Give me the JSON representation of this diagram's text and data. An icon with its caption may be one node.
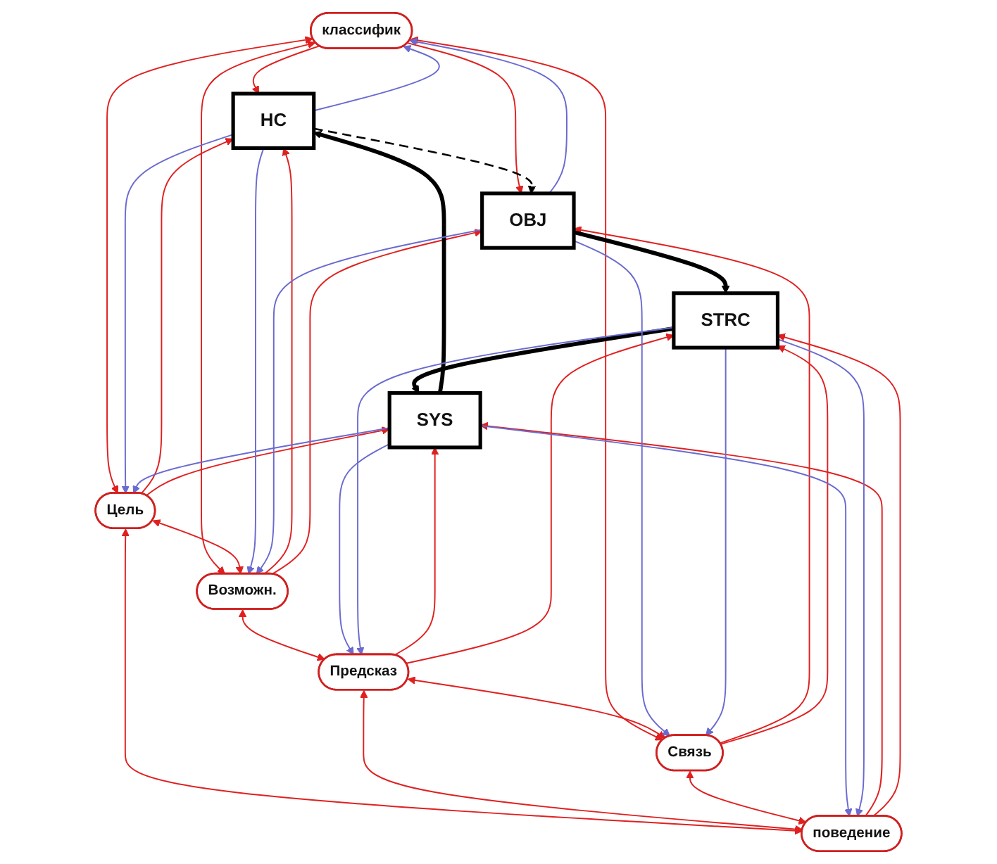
{
  "diagram": {
    "nodes": [
      {
        "text": [
          "классифик"
        ]
      },
      {
        "text": [
          "НС"
        ]
      },
      {
        "text": [
          "OBJ"
        ]
      },
      {
        "text": [
          "Цель"
        ]
      },
      {
        "text": [
          "Возможн."
        ]
      },
      {
        "text": [
          "Предсказ"
        ]
      },
      {
        "text": [
          "Связь"
        ]
      },
      {
        "text": [
          "SYS"
        ]
      },
      {
        "text": [
          "STRC"
        ]
      },
      {
        "text": [
          "поведение"
        ]
      }
    ],
    "edges": [
      {
        "from": 0,
        "to": 1,
        "arrow": "to",
        "color": "#e02020"
      },
      {
        "from": 0,
        "to": 2,
        "arrow": "to",
        "color": "#e02020"
      },
      {
        "from": 0,
        "to": 3,
        "arrow": "both",
        "color": "#e02020"
      },
      {
        "from": 0,
        "to": 4,
        "arrow": "both",
        "color": "#e02020"
      },
      {
        "from": 0,
        "to": 6,
        "arrow": "both",
        "color": "#e02020"
      },
      {
        "from": 1,
        "to": 2,
        "arrow": "to",
        "style": "dashed",
        "color": "#000000"
      },
      {
        "from": 3,
        "to": 1,
        "arrow": "to",
        "color": "#e02020"
      },
      {
        "from": 3,
        "to": 4,
        "arrow": "both",
        "color": "#e02020"
      },
      {
        "from": 4,
        "to": 1,
        "arrow": "to",
        "color": "#e02020"
      },
      {
        "from": 4,
        "to": 2,
        "arrow": "to",
        "color": "#e02020"
      },
      {
        "from": 4,
        "to": 5,
        "arrow": "both",
        "color": "#e02020"
      },
      {
        "from": 6,
        "to": 2,
        "arrow": "to",
        "color": "#e02020"
      },
      {
        "from": 2,
        "to": 8,
        "arrow": "to",
        "style": "thick",
        "color": "#000000"
      },
      {
        "from": 3,
        "to": 7,
        "arrow": "to",
        "color": "#e02020"
      },
      {
        "from": 3,
        "to": 9,
        "arrow": "both",
        "color": "#e02020"
      },
      {
        "from": 5,
        "to": 7,
        "arrow": "to",
        "color": "#e02020"
      },
      {
        "from": 5,
        "to": 8,
        "arrow": "to",
        "color": "#e02020"
      },
      {
        "from": 5,
        "to": 6,
        "arrow": "both",
        "color": "#e02020"
      },
      {
        "from": 5,
        "to": 9,
        "arrow": "both",
        "color": "#e02020"
      },
      {
        "from": 6,
        "to": 8,
        "arrow": "to",
        "color": "#e02020"
      },
      {
        "from": 6,
        "to": 9,
        "arrow": "both",
        "color": "#e02020"
      },
      {
        "from": 8,
        "to": 7,
        "arrow": "to",
        "style": "thick",
        "color": "#000000"
      },
      {
        "from": 7,
        "to": 1,
        "arrow": "to",
        "style": "thick",
        "color": "#000000"
      },
      {
        "from": 9,
        "to": 7,
        "arrow": "to",
        "color": "#e02020"
      },
      {
        "from": 9,
        "to": 8,
        "arrow": "to",
        "color": "#e02020"
      },
      {
        "from": 1,
        "to": 0,
        "arrow": "to",
        "color": "#6a6ad0"
      },
      {
        "from": 1,
        "to": 3,
        "arrow": "to",
        "color": "#6a6ad0"
      },
      {
        "from": 1,
        "to": 4,
        "arrow": "to",
        "color": "#6a6ad0"
      },
      {
        "from": 2,
        "to": 0,
        "arrow": "to",
        "color": "#6a6ad0"
      },
      {
        "from": 2,
        "to": 4,
        "arrow": "to",
        "color": "#6a6ad0"
      },
      {
        "from": 2,
        "to": 6,
        "arrow": "to",
        "color": "#6a6ad0"
      },
      {
        "from": 7,
        "to": 3,
        "arrow": "to",
        "color": "#6a6ad0"
      },
      {
        "from": 7,
        "to": 5,
        "arrow": "to",
        "color": "#6a6ad0"
      },
      {
        "from": 7,
        "to": 9,
        "arrow": "to",
        "color": "#6a6ad0"
      },
      {
        "from": 8,
        "to": 5,
        "arrow": "to",
        "color": "#6a6ad0"
      },
      {
        "from": 8,
        "to": 6,
        "arrow": "to",
        "color": "#6a6ad0"
      },
      {
        "from": 8,
        "to": 9,
        "arrow": "to",
        "color": "#6a6ad0"
      }
    ]
  }
}
